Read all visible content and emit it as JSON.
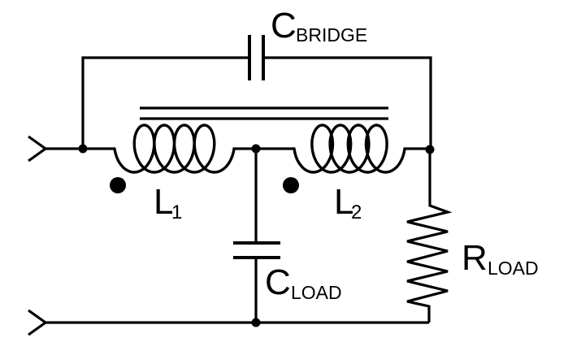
{
  "diagram": {
    "type": "circuit-schematic",
    "background_color": "#ffffff",
    "line_color": "#000000",
    "components": {
      "bridge_capacitor": {
        "symbol": "C",
        "subscript": "BRIDGE"
      },
      "inductor_1": {
        "symbol": "L",
        "subscript": "1"
      },
      "inductor_2": {
        "symbol": "L",
        "subscript": "2"
      },
      "load_capacitor": {
        "symbol": "C",
        "subscript": "LOAD"
      },
      "load_resistor": {
        "symbol": "R",
        "subscript": "LOAD"
      }
    }
  }
}
